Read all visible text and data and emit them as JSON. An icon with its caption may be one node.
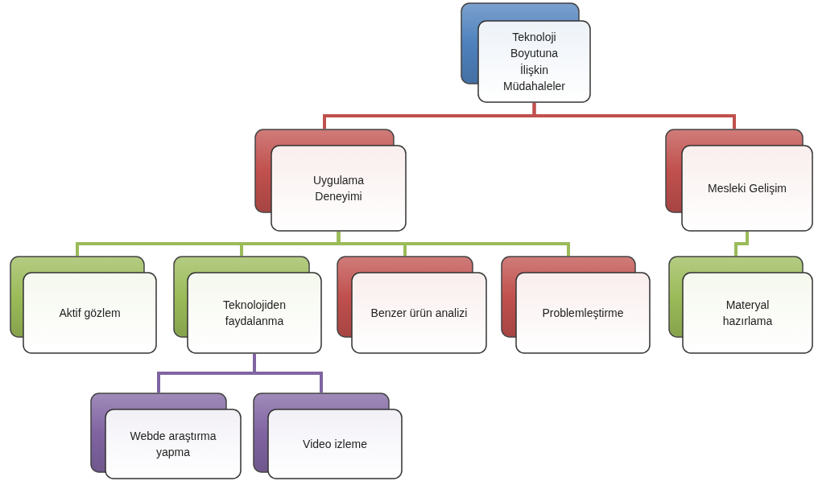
{
  "diagram": {
    "nodes": [
      {
        "text": [
          "Teknoloji Boyutuna İlişkin Müdahaleler"
        ]
      },
      {
        "text": [
          "Uygulama Deneyimi"
        ]
      },
      {
        "text": [
          "Mesleki Gelişim"
        ]
      },
      {
        "text": [
          "Aktif gözlem"
        ]
      },
      {
        "text": [
          "Teknolojiden faydalanma"
        ]
      },
      {
        "text": [
          "Benzer ürün analizi"
        ]
      },
      {
        "text": [
          "Problemleştirme"
        ]
      },
      {
        "text": [
          "Materyal hazırlama"
        ]
      },
      {
        "text": [
          "Webde araştırma yapma"
        ]
      },
      {
        "text": [
          "Video izleme"
        ]
      }
    ],
    "edges": [
      {
        "from": 0,
        "to": 1,
        "arrow": "none",
        "color": "#c0504d"
      },
      {
        "from": 0,
        "to": 2,
        "arrow": "none",
        "color": "#c0504d"
      },
      {
        "from": 1,
        "to": 3,
        "arrow": "none"
      },
      {
        "from": 1,
        "to": 4,
        "arrow": "none"
      },
      {
        "from": 1,
        "to": 5,
        "arrow": "none"
      },
      {
        "from": 1,
        "to": 6,
        "arrow": "none"
      },
      {
        "from": 2,
        "to": 7,
        "arrow": "none"
      },
      {
        "from": 4,
        "to": 8,
        "arrow": "none",
        "color": "#8064a2"
      },
      {
        "from": 4,
        "to": 9,
        "arrow": "none",
        "color": "#8064a2"
      }
    ]
  }
}
